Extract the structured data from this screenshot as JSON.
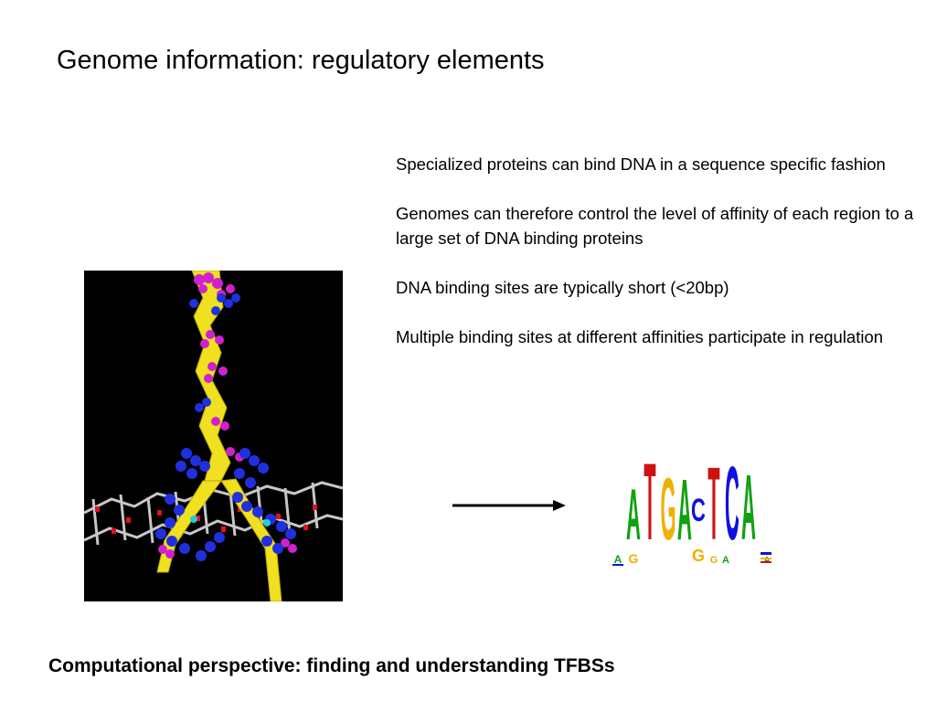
{
  "slide": {
    "title": "Genome information: regulatory elements",
    "bullets": [
      "Specialized proteins can bind DNA in a sequence specific fashion",
      "Genomes can therefore control the level of affinity of each region to a large set of DNA binding proteins",
      "DNA binding sites are typically short (<20bp)",
      "Multiple binding sites at different affinities participate in regulation"
    ],
    "footer": "Computational perspective: finding and understanding TFBSs"
  },
  "logo": {
    "main_letters": [
      "A",
      "T",
      "G",
      "A",
      "C",
      "T",
      "C",
      "A"
    ],
    "minor_letters": [
      "A",
      "G",
      "G",
      "G",
      "A",
      "A"
    ]
  },
  "colors": {
    "A": "#10a010",
    "C": "#1010e0",
    "G": "#f0b000",
    "T": "#d01010",
    "background": "#ffffff",
    "image_bg": "#000000"
  }
}
